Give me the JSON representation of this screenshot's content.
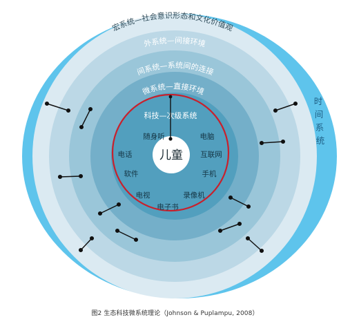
{
  "diagram": {
    "rings": {
      "macro": "宏系统—社会意识形态和文化价值观",
      "exo": "外系统—间接环境",
      "meso": "间系统—系统间的连接",
      "micro": "微系统—直接环境",
      "tech": "科技—次级系统"
    },
    "center": "儿童",
    "devices": [
      "随身听",
      "电脑",
      "电话",
      "互联网",
      "软件",
      "手机",
      "电视",
      "录像机",
      "电子书"
    ],
    "time_system": [
      "时",
      "间",
      "系",
      "统"
    ],
    "colors": {
      "time_band": "#5ec4ec",
      "macro": "#dbeaf2",
      "exo": "#bcd8e6",
      "meso": "#9ac6d9",
      "micro": "#74afc9",
      "inner": "#529fbe",
      "red_circle": "#c8202c"
    }
  },
  "caption": "图2 生态科技微系统理论（Johnson & Puplampu, 2008）"
}
